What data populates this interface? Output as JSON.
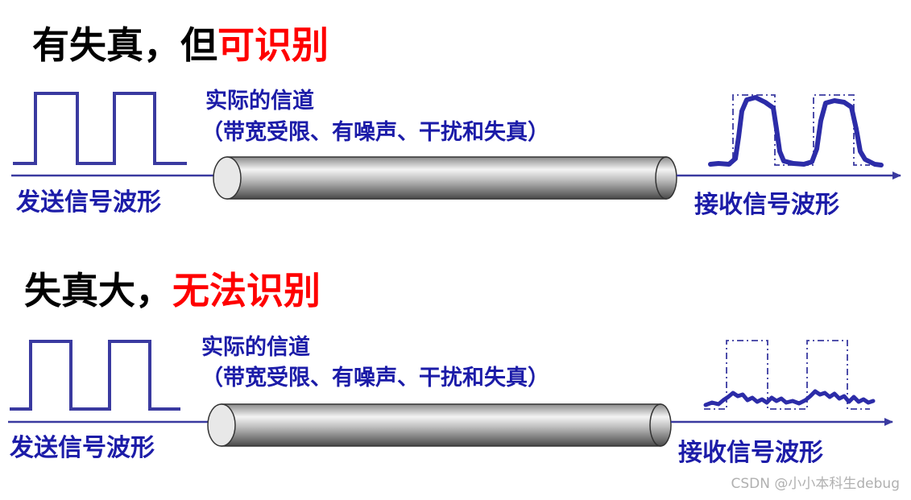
{
  "top": {
    "heading_black": "有失真，但",
    "heading_red": "可识别",
    "channel_line1": "实际的信道",
    "channel_line2": "（带宽受限、有噪声、干扰和失真）",
    "send_label": "发送信号波形",
    "recv_label": "接收信号波形"
  },
  "bottom": {
    "heading_black": "失真大，",
    "heading_red": "无法识别",
    "channel_line1": "实际的信道",
    "channel_line2": "（带宽受限、有噪声、干扰和失真）",
    "send_label": "发送信号波形",
    "recv_label": "接收信号波形"
  },
  "watermark": "CSDN @小小本科生debug",
  "colors": {
    "heading": "#000000",
    "accent_red": "#ff0000",
    "signal_blue": "#1c1ca8",
    "arrow_blue": "#3a3aa0"
  }
}
